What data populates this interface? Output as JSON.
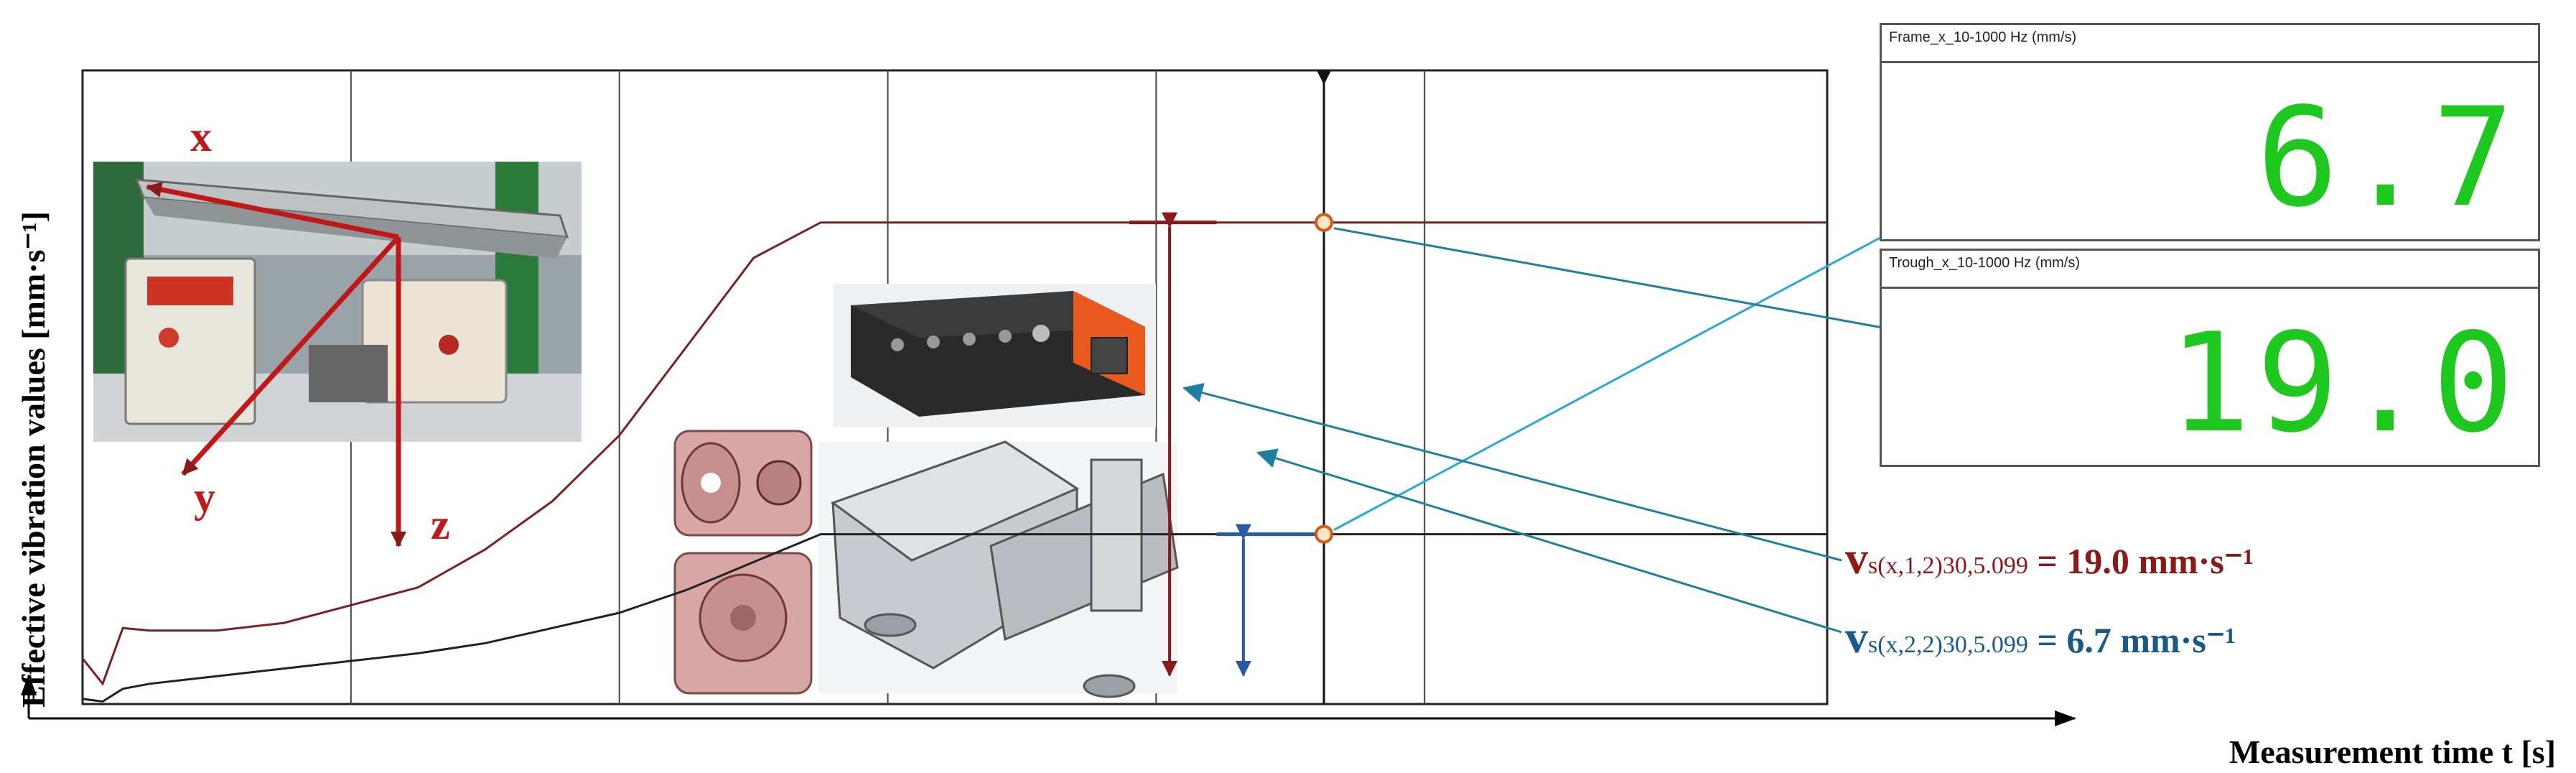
{
  "chart_data": {
    "type": "line",
    "title": "",
    "xlabel": "Measurement time t [s]",
    "ylabel": "Effective vibration values [mm·s⁻¹]",
    "grid": true,
    "series": [
      {
        "name": "Frame_x_10-1000 Hz (mm/s)",
        "color": "#7a2020",
        "x": [
          0,
          0.3,
          0.6,
          1,
          2,
          3,
          4,
          5,
          6,
          7,
          8,
          9,
          10,
          11.0,
          11.5,
          12,
          14,
          16,
          18,
          20,
          22,
          24,
          26
        ],
        "values": [
          1.8,
          0.8,
          3.0,
          2.9,
          2.9,
          3.2,
          3.9,
          4.6,
          6.1,
          8.0,
          10.6,
          14.1,
          17.6,
          19.0,
          19.0,
          19.0,
          19.0,
          19.0,
          19.0,
          19.0,
          19.0,
          19.0,
          19.0
        ]
      },
      {
        "name": "Trough_x_10-1000 Hz (mm/s)",
        "color": "#222222",
        "x": [
          0,
          0.3,
          0.6,
          1,
          2,
          3,
          4,
          5,
          6,
          7,
          8,
          9,
          10,
          11.0,
          11.5,
          12,
          14,
          16,
          18,
          20,
          22,
          24,
          26
        ],
        "values": [
          0.2,
          0.1,
          0.6,
          0.8,
          1.1,
          1.4,
          1.7,
          2.0,
          2.4,
          3.0,
          3.6,
          4.5,
          5.6,
          6.7,
          6.7,
          6.7,
          6.7,
          6.7,
          6.7,
          6.7,
          6.7,
          6.7,
          6.7
        ]
      }
    ],
    "xlim": [
      0,
      26
    ],
    "ylim": [
      0,
      25
    ],
    "marker_x": 18.5,
    "displays": [
      {
        "label": "Frame_x_10-1000 Hz (mm/s)",
        "value": "6.7"
      },
      {
        "label": "Trough_x_10-1000 Hz (mm/s)",
        "value": "19.0"
      }
    ],
    "annotations": [
      {
        "main": "v",
        "sub": "s(x,1,2)30,5.099",
        "rest": " = 19.0 mm·s⁻¹",
        "color": "#8a1a1a"
      },
      {
        "main": "v",
        "sub": "s(x,2,2)30,5.099",
        "rest": " = 6.7 mm·s⁻¹",
        "color": "#1a5a8a"
      }
    ],
    "photo_labels": {
      "x": "x",
      "y": "y",
      "z": "z"
    }
  }
}
